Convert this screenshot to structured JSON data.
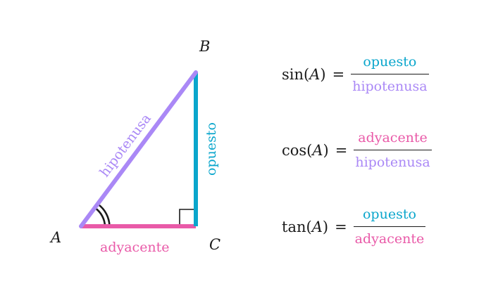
{
  "colors": {
    "hypotenuse": "#aa88f6",
    "opposite": "#0aa6cc",
    "adjacent": "#e95aa8",
    "ink": "#1a1a1a"
  },
  "triangle": {
    "vertex_a": "A",
    "vertex_b": "B",
    "vertex_c": "C",
    "hypotenuse_label": "hipotenusa",
    "opposite_label": "opuesto",
    "adjacent_label": "adyacente"
  },
  "formulas": [
    {
      "fn": "sin(",
      "arg": "A",
      "close": ")",
      "eq": "=",
      "numerator": "opuesto",
      "denominator": "hipotenusa",
      "num_color": "#0aa6cc",
      "den_color": "#aa88f6"
    },
    {
      "fn": "cos(",
      "arg": "A",
      "close": ")",
      "eq": "=",
      "numerator": "adyacente",
      "denominator": "hipotenusa",
      "num_color": "#e95aa8",
      "den_color": "#aa88f6"
    },
    {
      "fn": "tan(",
      "arg": "A",
      "close": ")",
      "eq": "=",
      "numerator": "opuesto",
      "denominator": "adyacente",
      "num_color": "#0aa6cc",
      "den_color": "#e95aa8"
    }
  ]
}
